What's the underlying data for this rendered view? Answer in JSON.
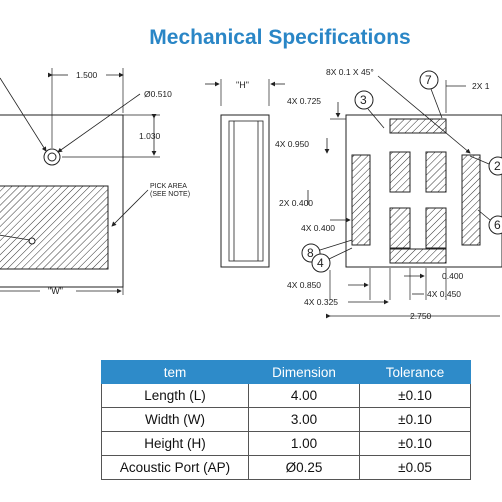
{
  "title": "Mechanical Specifications",
  "drawing": {
    "left_view": {
      "dim_top": "1.500",
      "port_dia": "Ø0.510",
      "dim_right": "1.030",
      "pick_area_l1": "PICK AREA",
      "pick_area_l2": "(SEE NOTE)",
      "width_label": "\"W\""
    },
    "side_view": {
      "height_label": "\"H\""
    },
    "bottom_view": {
      "chamfer": "8X 0.1 X 45°",
      "d_0725": "4X 0.725",
      "d_0950": "4X 0.950",
      "d_2x0400": "2X 0.400",
      "d_4x0400": "4X 0.400",
      "d_0850": "4X 0.850",
      "d_0325": "4X 0.325",
      "d_2750": "2.750",
      "d_0400b": "0.400",
      "d_0450": "4X 0.450",
      "d_2x1": "2X 1",
      "callouts": [
        "7",
        "3",
        "2",
        "6",
        "8",
        "4"
      ]
    }
  },
  "table": {
    "headers": [
      "tem",
      "Dimension",
      "Tolerance"
    ],
    "rows": [
      [
        "Length (L)",
        "4.00",
        "±0.10"
      ],
      [
        "Width (W)",
        "3.00",
        "±0.10"
      ],
      [
        "Height (H)",
        "1.00",
        "±0.10"
      ],
      [
        "Acoustic Port (AP)",
        "Ø0.25",
        "±0.05"
      ]
    ]
  }
}
